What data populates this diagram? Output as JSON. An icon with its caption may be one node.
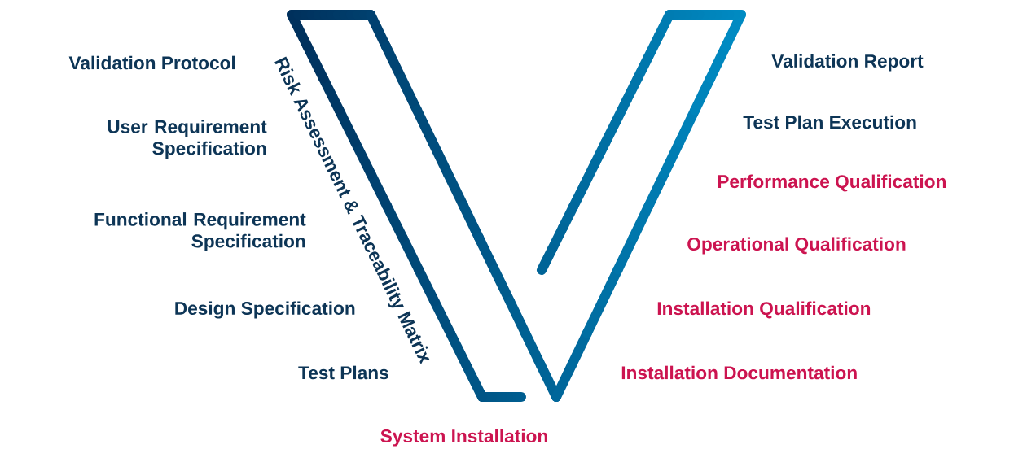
{
  "diagram": {
    "labels": [
      "Validation Protocol",
      "User Requirement Specification",
      "Functional Requirement Specification",
      "Design Specification",
      "Test Plans",
      "Risk Assessment & Traceability Matrix",
      "Validation Report",
      "Test Plan Execution",
      "Performance Qualification",
      "Operational Qualification",
      "Installation Qualification",
      "Installation Documentation",
      "System Installation"
    ]
  }
}
